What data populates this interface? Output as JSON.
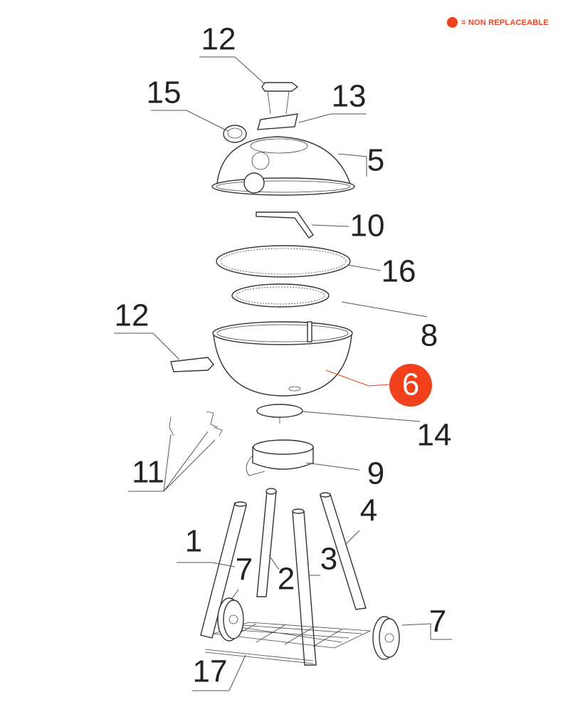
{
  "legend": {
    "text": "= NON REPLACEABLE",
    "color": "#f0401c"
  },
  "labels": {
    "p12_top": "12",
    "p15": "15",
    "p13": "13",
    "p5": "5",
    "p10": "10",
    "p16": "16",
    "p8": "8",
    "p12_left": "12",
    "p6": "6",
    "p14": "14",
    "p11": "11",
    "p9": "9",
    "p4": "4",
    "p1": "1",
    "p7_left": "7",
    "p2": "2",
    "p3": "3",
    "p7_right": "7",
    "p17": "17"
  },
  "non_replaceable_parts": [
    "6"
  ]
}
